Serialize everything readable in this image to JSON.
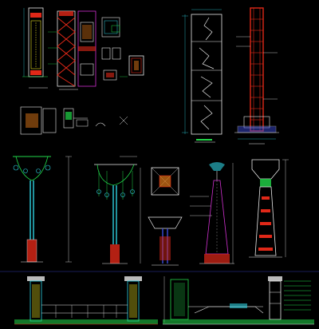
{
  "canvas": {
    "background": "#000000",
    "colors": {
      "white": "#e8e8e8",
      "cyan": "#2fd0e0",
      "green": "#22d84a",
      "yellow": "#e8e020",
      "red": "#e02818",
      "magenta": "#d030d0",
      "blue": "#3a4ad8",
      "orange": "#e07818"
    }
  },
  "drawing": {
    "sheet_kind": "CAD landscape structure detail sheet",
    "panels": [
      {
        "id": "gate-pillar-elevation"
      },
      {
        "id": "pillar-section"
      },
      {
        "id": "small-details"
      },
      {
        "id": "tall-panel-elevation"
      },
      {
        "id": "frame-tower-section"
      },
      {
        "id": "lamp-post-a"
      },
      {
        "id": "lamp-post-b"
      },
      {
        "id": "conical-column-plan-and-elevation"
      },
      {
        "id": "water-tower-elevation"
      },
      {
        "id": "fence-elevation-left"
      },
      {
        "id": "fence-elevation-right"
      }
    ]
  }
}
